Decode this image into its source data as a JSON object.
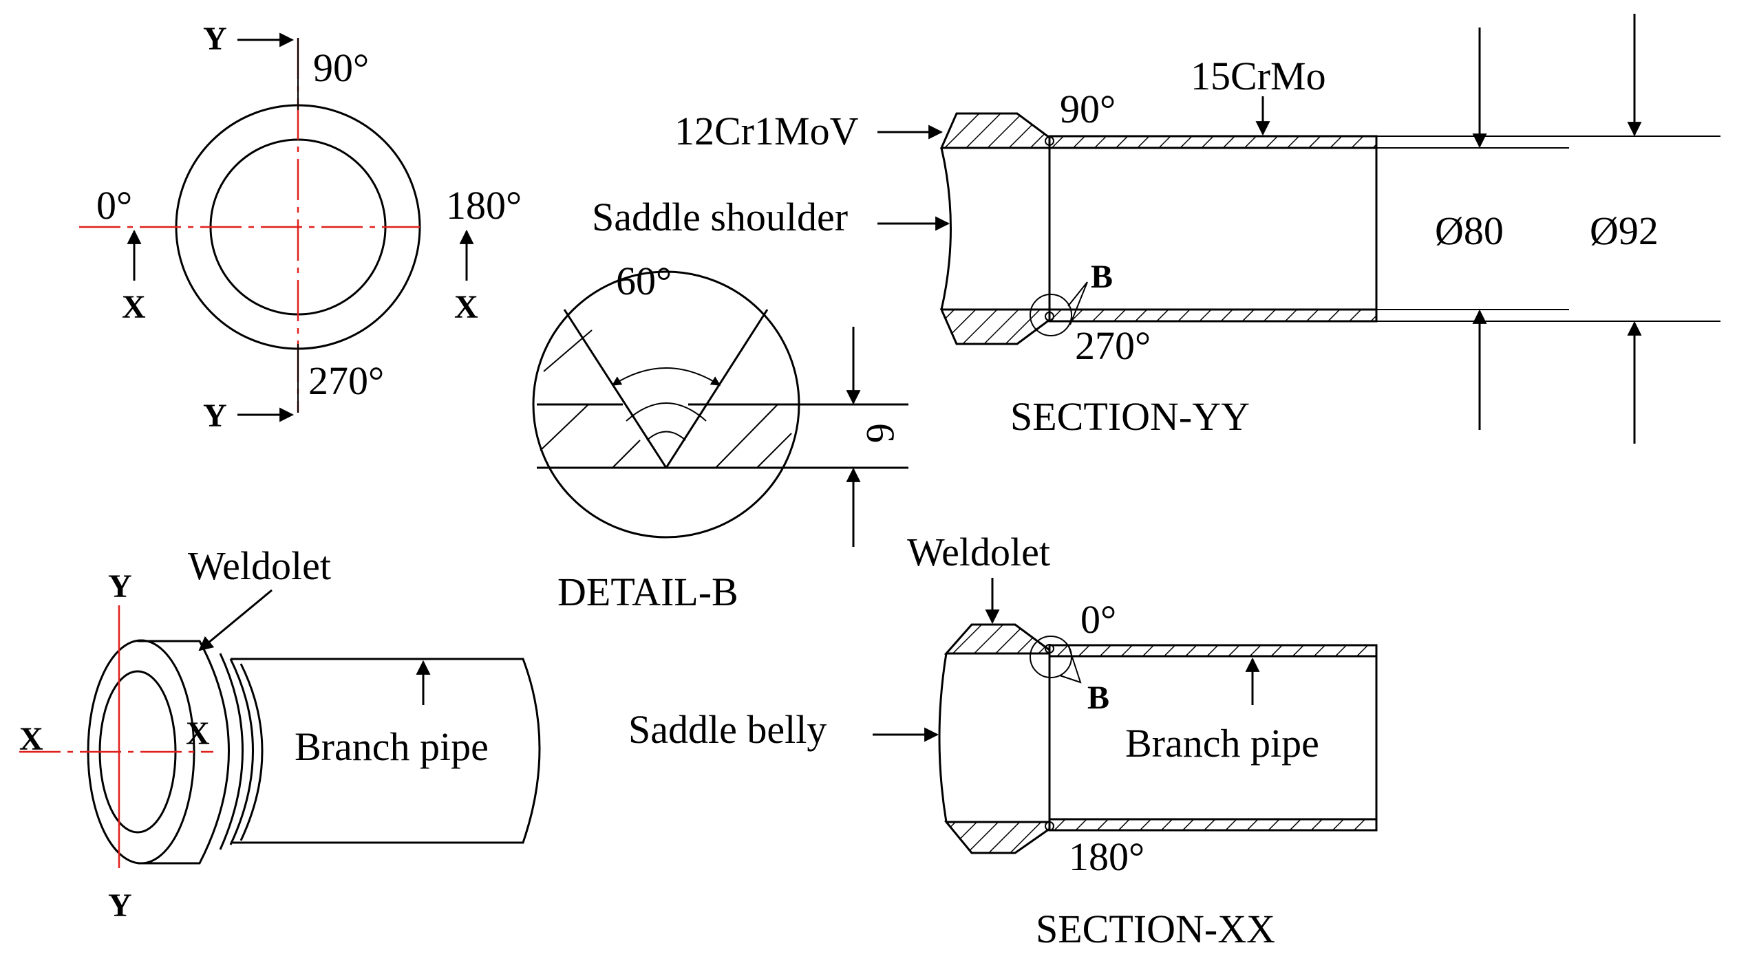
{
  "top_view": {
    "angle_top": "90°",
    "angle_left": "0°",
    "angle_right": "180°",
    "angle_bottom": "270°",
    "cut_y_top": "Y",
    "cut_y_bottom": "Y",
    "cut_x_left": "X",
    "cut_x_right": "X"
  },
  "section_yy": {
    "title": "SECTION-YY",
    "material_weldolet": "12Cr1MoV",
    "material_pipe": "15CrMo",
    "saddle_label": "Saddle shoulder",
    "angle_top": "90°",
    "angle_bottom": "270°",
    "detail_marker": "B",
    "dim_inner": "Ø80",
    "dim_outer": "Ø92"
  },
  "detail_b": {
    "title": "DETAIL-B",
    "groove_angle": "60°",
    "thickness": "6"
  },
  "iso_view": {
    "weldolet_label": "Weldolet",
    "pipe_label": "Branch pipe",
    "axis_y_top": "Y",
    "axis_y_bottom": "Y",
    "axis_x_left": "X",
    "axis_x_right": "X"
  },
  "section_xx": {
    "title": "SECTION-XX",
    "weldolet_label": "Weldolet",
    "saddle_label": "Saddle belly",
    "pipe_label": "Branch pipe",
    "angle_top": "0°",
    "angle_bottom": "180°",
    "detail_marker": "B"
  }
}
